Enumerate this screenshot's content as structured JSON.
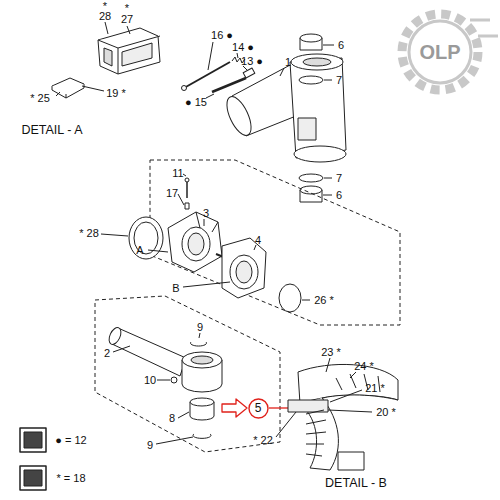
{
  "diagram": {
    "nodes": [
      {
        "text": [
          "5"
        ]
      }
    ],
    "labels": [
      "*",
      "28",
      "*",
      "27",
      "* 25",
      "19 *",
      "DETAIL - A",
      "16 ●",
      "14 ●",
      "13 ●",
      "● 15",
      "1",
      "6",
      "7",
      "7",
      "6",
      "11",
      "17",
      "3",
      "* 28",
      "A",
      "4",
      "B",
      "26 *",
      "9",
      "2",
      "10",
      "8",
      "9",
      "23 *",
      "24 *",
      "21 *",
      "20 *",
      "* 22",
      "DETAIL - B",
      "● = 12",
      "* = 18",
      "OLP"
    ]
  }
}
